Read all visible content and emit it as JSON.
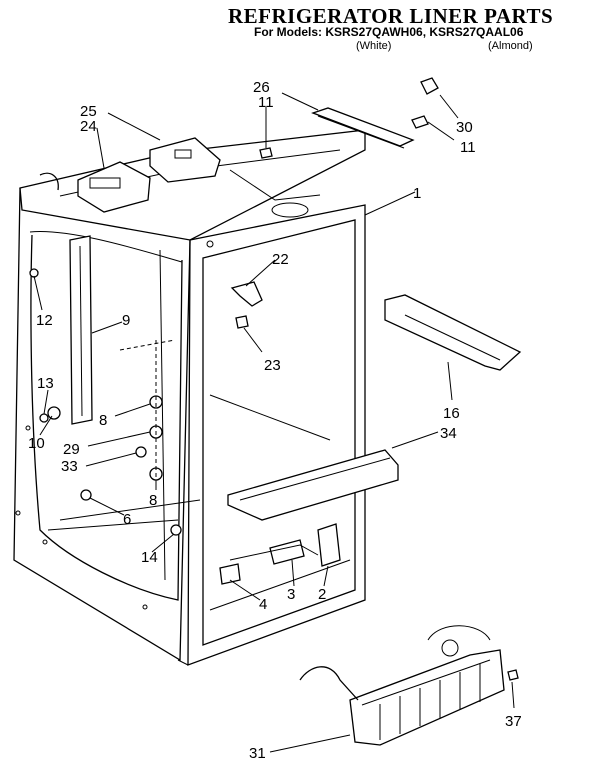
{
  "header": {
    "title": "REFRIGERATOR LINER PARTS",
    "models": "For Models: KSRS27QAWH06, KSRS27QAAL06",
    "variant_white": "(White)",
    "variant_almond": "(Almond)"
  },
  "callouts": {
    "c1": "1",
    "c2": "2",
    "c3": "3",
    "c4": "4",
    "c6": "6",
    "c8a": "8",
    "c8b": "8",
    "c9": "9",
    "c10": "10",
    "c11a": "11",
    "c11b": "11",
    "c12": "12",
    "c13": "13",
    "c14": "14",
    "c16": "16",
    "c22": "22",
    "c23": "23",
    "c24": "24",
    "c25": "25",
    "c26": "26",
    "c29": "29",
    "c30": "30",
    "c31": "31",
    "c33": "33",
    "c34": "34",
    "c37": "37"
  }
}
